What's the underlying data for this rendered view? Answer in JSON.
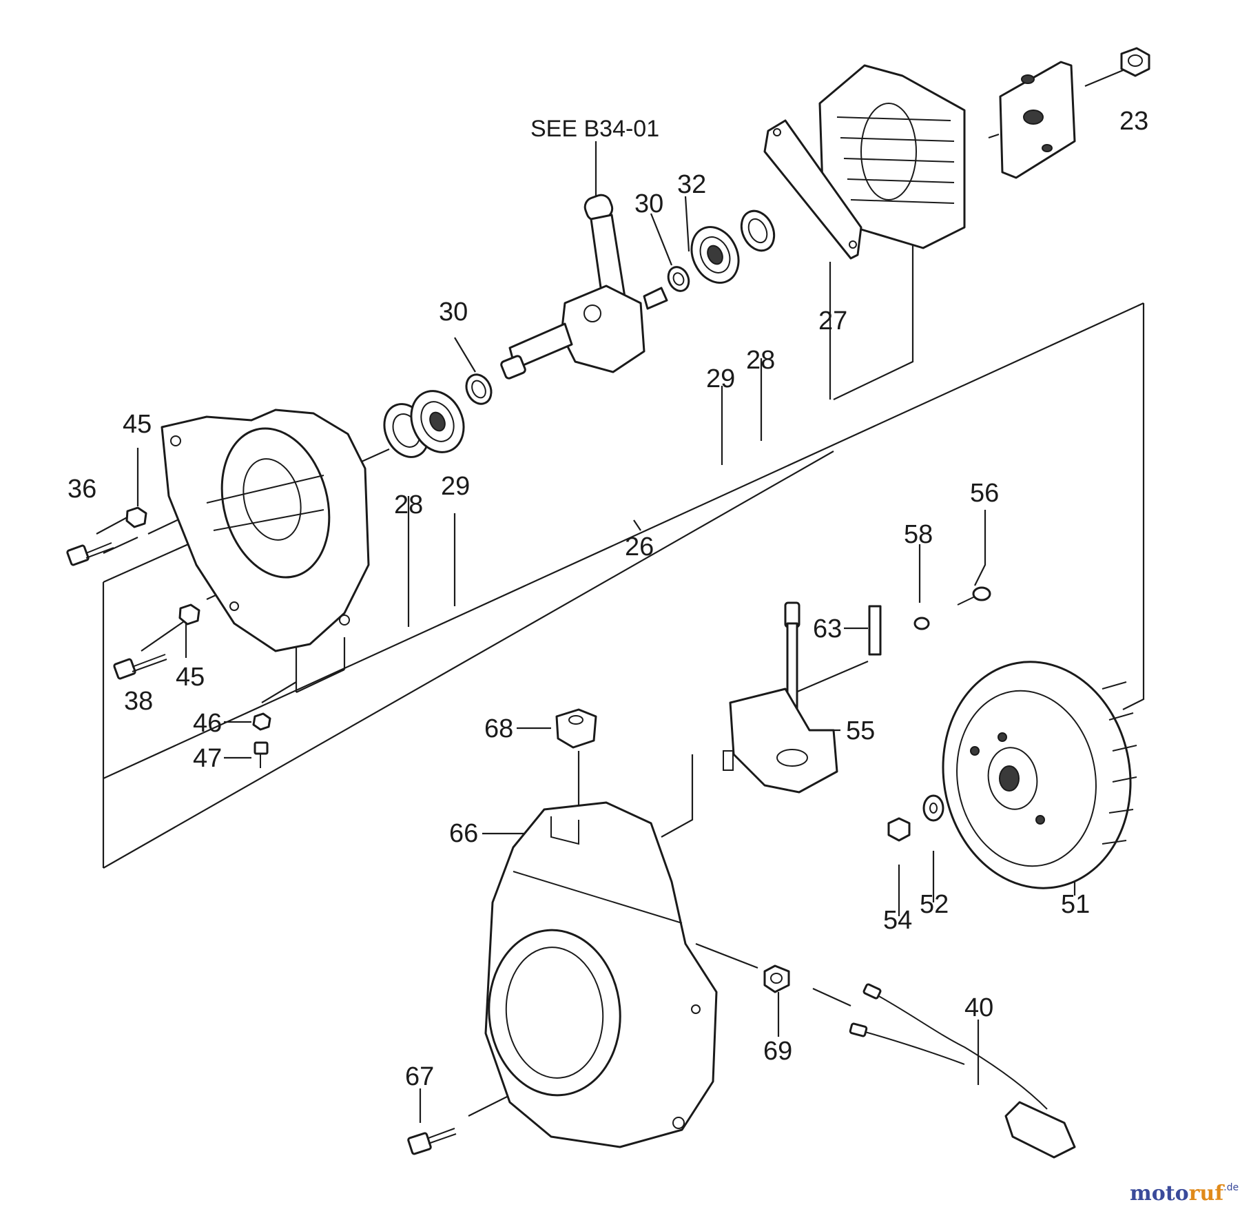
{
  "reference_note": "SEE B34-01",
  "part_numbers": {
    "p23": "23",
    "p26": "26",
    "p27": "27",
    "p28a": "28",
    "p28b": "28",
    "p29a": "29",
    "p29b": "29",
    "p30a": "30",
    "p30b": "30",
    "p32": "32",
    "p36": "36",
    "p38": "38",
    "p40": "40",
    "p45a": "45",
    "p45b": "45",
    "p46": "46",
    "p47": "47",
    "p51": "51",
    "p52": "52",
    "p54": "54",
    "p55": "55",
    "p56": "56",
    "p58": "58",
    "p63": "63",
    "p66": "66",
    "p67": "67",
    "p68": "68",
    "p69": "69"
  },
  "watermark": {
    "part_a": "moto",
    "part_b": "ruf",
    "suffix": ".de"
  }
}
